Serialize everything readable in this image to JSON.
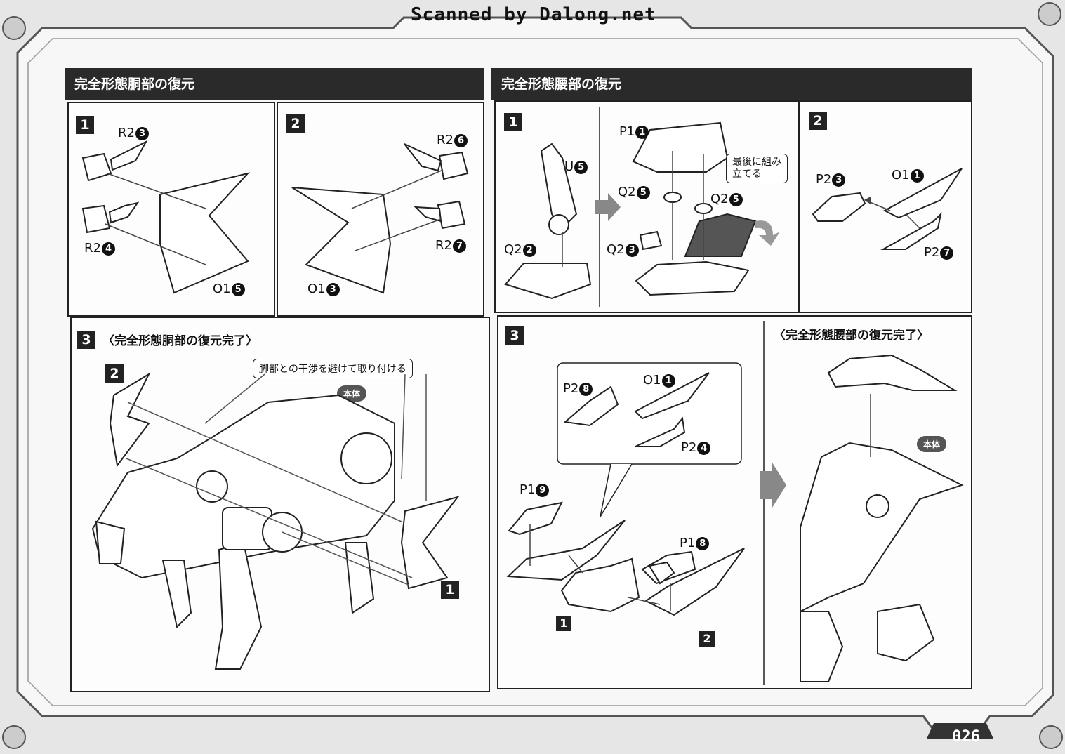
{
  "scan_label": "Scanned by Dalong.net",
  "page_number": "026",
  "left_section": {
    "title": "完全形態胴部の復元",
    "step1": {
      "num": "1",
      "labels": [
        {
          "text": "R2",
          "circ": "3"
        },
        {
          "text": "R2",
          "circ": "4"
        },
        {
          "text": "O1",
          "circ": "5"
        }
      ]
    },
    "step2": {
      "num": "2",
      "labels": [
        {
          "text": "R2",
          "circ": "6"
        },
        {
          "text": "R2",
          "circ": "7"
        },
        {
          "text": "O1",
          "circ": "3"
        }
      ]
    },
    "step3": {
      "num": "3",
      "title": "〈完全形態胴部の復元完了〉",
      "note": "脚部との干渉を避けて取り付ける",
      "badge": "本体",
      "sub_a": "2",
      "sub_b": "1"
    }
  },
  "right_section": {
    "title": "完全形態腰部の復元",
    "step1": {
      "num": "1",
      "note_line1": "最後に組み",
      "note_line2": "立てる",
      "labels": [
        {
          "text": "U",
          "circ": "5"
        },
        {
          "text": "Q2",
          "circ": "2"
        },
        {
          "text": "P1",
          "circ": "1"
        },
        {
          "text": "Q2",
          "circ": "5"
        },
        {
          "text": "Q2",
          "circ": "5"
        },
        {
          "text": "Q2",
          "circ": "3"
        }
      ]
    },
    "step2": {
      "num": "2",
      "labels": [
        {
          "text": "P2",
          "circ": "3"
        },
        {
          "text": "O1",
          "circ": "1"
        },
        {
          "text": "P2",
          "circ": "7"
        }
      ]
    },
    "step3": {
      "num": "3",
      "labels": [
        {
          "text": "P2",
          "circ": "8"
        },
        {
          "text": "O1",
          "circ": "1"
        },
        {
          "text": "P2",
          "circ": "4"
        },
        {
          "text": "P1",
          "circ": "9"
        },
        {
          "text": "P1",
          "circ": "8"
        }
      ],
      "sub_a": "1",
      "sub_b": "2"
    },
    "complete": {
      "title": "〈完全形態腰部の復元完了〉",
      "badge": "本体"
    }
  }
}
